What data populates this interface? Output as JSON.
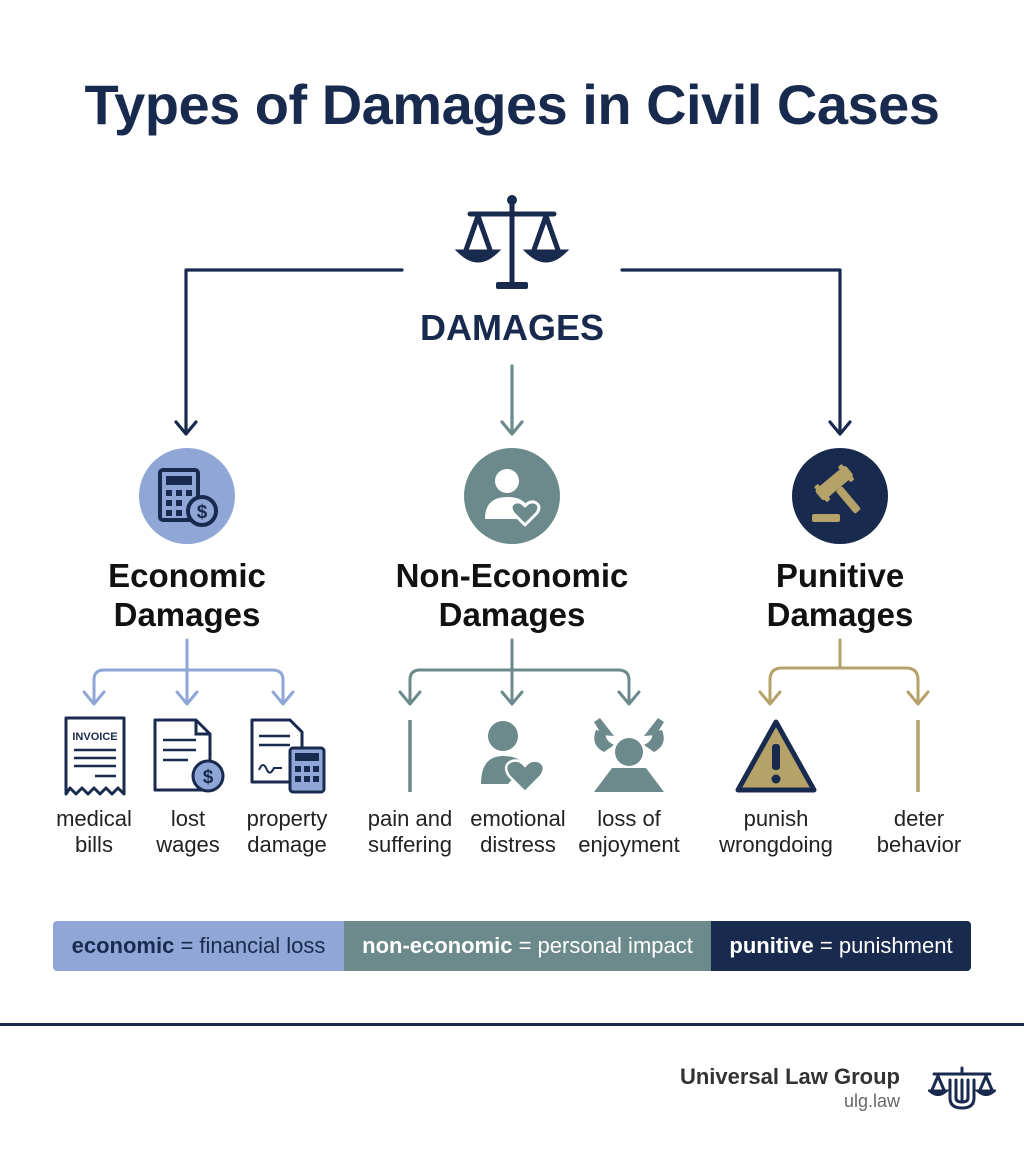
{
  "title": "Types of Damages in Civil Cases",
  "root": {
    "label": "DAMAGES",
    "icon": "scales-of-justice-icon"
  },
  "categories": [
    {
      "key": "economic",
      "title_line1": "Economic",
      "title_line2": "Damages",
      "icon": "calculator-dollar-icon",
      "color": "#8fa6d6",
      "items": [
        {
          "icon": "invoice-icon",
          "icon_text": "INVOICE",
          "line1": "medical",
          "line2": "bills"
        },
        {
          "icon": "document-dollar-icon",
          "line1": "lost",
          "line2": "wages"
        },
        {
          "icon": "document-calculator-icon",
          "line1": "property",
          "line2": "damage"
        }
      ]
    },
    {
      "key": "non-economic",
      "title_line1": "Non-Economic",
      "title_line2": "Damages",
      "icon": "person-heart-icon",
      "color": "#6c8a8c",
      "items": [
        {
          "icon": "line-icon",
          "line1": "pain and",
          "line2": "suffering"
        },
        {
          "icon": "person-heart-icon",
          "line1": "emotional",
          "line2": "distress"
        },
        {
          "icon": "distressed-person-icon",
          "line1": "loss of",
          "line2": "enjoyment"
        }
      ]
    },
    {
      "key": "punitive",
      "title_line1": "Punitive",
      "title_line2": "Damages",
      "icon": "gavel-icon",
      "color": "#182a4e",
      "accent": "#b5a268",
      "items": [
        {
          "icon": "warning-icon",
          "line1": "punish",
          "line2": "wrongdoing"
        },
        {
          "icon": "line-icon",
          "line1": "deter",
          "line2": "behavior"
        }
      ]
    }
  ],
  "legend": [
    {
      "term": "economic",
      "definition": "= financial loss",
      "color": "#8fa6d6"
    },
    {
      "term": "non-economic",
      "definition": "= personal impact",
      "color": "#6c8a8c"
    },
    {
      "term": "punitive",
      "definition": "= punishment",
      "color": "#182a4e"
    }
  ],
  "brand": {
    "name": "Universal Law Group",
    "url": "ulg.law",
    "logo": "ulg-scales-logo-icon"
  }
}
